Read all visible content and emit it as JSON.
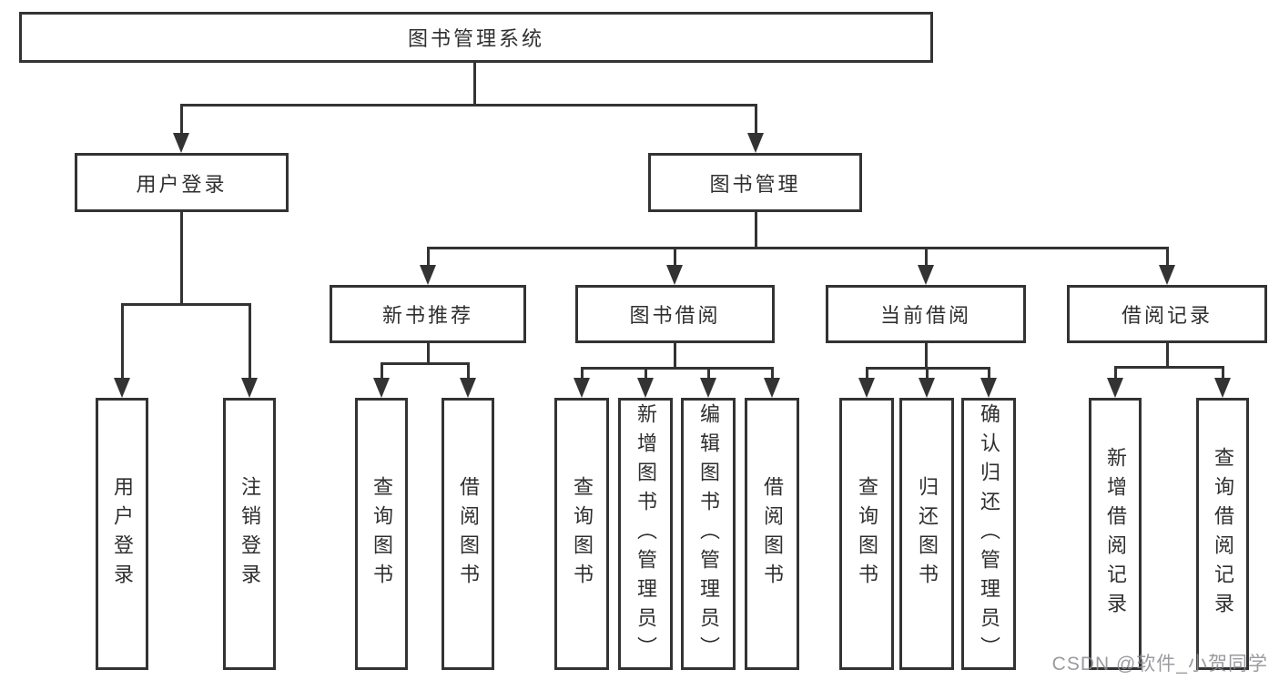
{
  "tree": {
    "label": "图书管理系统",
    "children": [
      {
        "label": "用户登录",
        "children": [
          {
            "label": "用户登录"
          },
          {
            "label": "注销登录"
          }
        ]
      },
      {
        "label": "图书管理",
        "children": [
          {
            "label": "新书推荐",
            "children": [
              {
                "label": "查询图书"
              },
              {
                "label": "借阅图书"
              }
            ]
          },
          {
            "label": "图书借阅",
            "children": [
              {
                "label": "查询图书"
              },
              {
                "label": "新增图书（管理员）"
              },
              {
                "label": "编辑图书（管理员）"
              },
              {
                "label": "借阅图书"
              }
            ]
          },
          {
            "label": "当前借阅",
            "children": [
              {
                "label": "查询图书"
              },
              {
                "label": "归还图书"
              },
              {
                "label": "确认归还（管理员）"
              }
            ]
          },
          {
            "label": "借阅记录",
            "children": [
              {
                "label": "新增借阅记录"
              },
              {
                "label": "查询借阅记录"
              }
            ]
          }
        ]
      }
    ]
  },
  "watermark": {
    "text": "CSDN @软件_小贺同学"
  },
  "colors": {
    "line": "#333333",
    "text": "#2f2f2f",
    "background": "#ffffff",
    "watermark": "#8a8a8e"
  }
}
